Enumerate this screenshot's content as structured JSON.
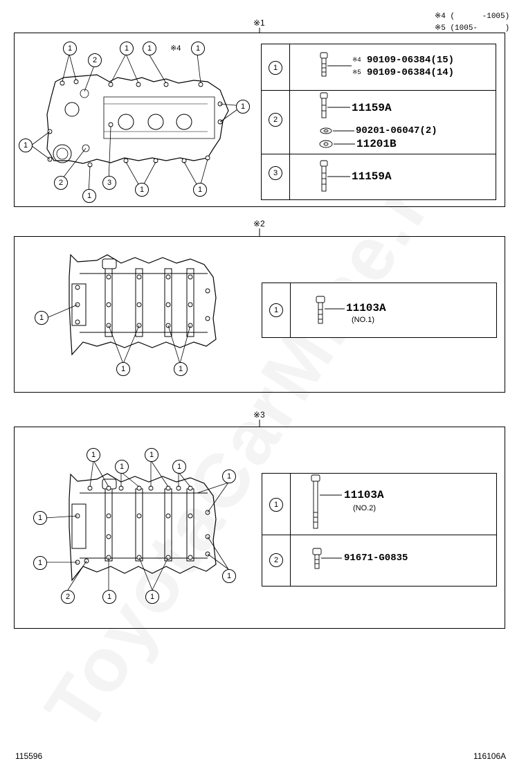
{
  "legend": {
    "note4": "※4 (      -1005)",
    "note5": "※5 (1005-      )"
  },
  "sections": [
    {
      "header": "※1",
      "diagram_note": "※4",
      "callouts_circle": [
        "1",
        "1",
        "1",
        "1",
        "1",
        "1",
        "2",
        "2",
        "3",
        "1",
        "1"
      ],
      "rows": [
        {
          "num": "1",
          "parts": [
            {
              "prefix": "※4",
              "label": "90109-06384(15)"
            },
            {
              "prefix": "※5",
              "label": "90109-06384(14)"
            }
          ]
        },
        {
          "num": "2",
          "parts": [
            {
              "label": "11159A"
            },
            {
              "label": "90201-06047(2)"
            },
            {
              "label": "11201B"
            }
          ]
        },
        {
          "num": "3",
          "parts": [
            {
              "label": "11159A"
            }
          ]
        }
      ]
    },
    {
      "header": "※2",
      "rows": [
        {
          "num": "1",
          "parts": [
            {
              "label": "11103A",
              "sub": "(NO.1)"
            }
          ]
        }
      ]
    },
    {
      "header": "※3",
      "rows": [
        {
          "num": "1",
          "parts": [
            {
              "label": "11103A",
              "sub": "(NO.2)"
            }
          ]
        },
        {
          "num": "2",
          "parts": [
            {
              "label": "91671-G0835"
            }
          ]
        }
      ]
    }
  ],
  "footer": {
    "left": "115596",
    "right": "116106A"
  },
  "watermark": "ToyotaCarMine.ru"
}
